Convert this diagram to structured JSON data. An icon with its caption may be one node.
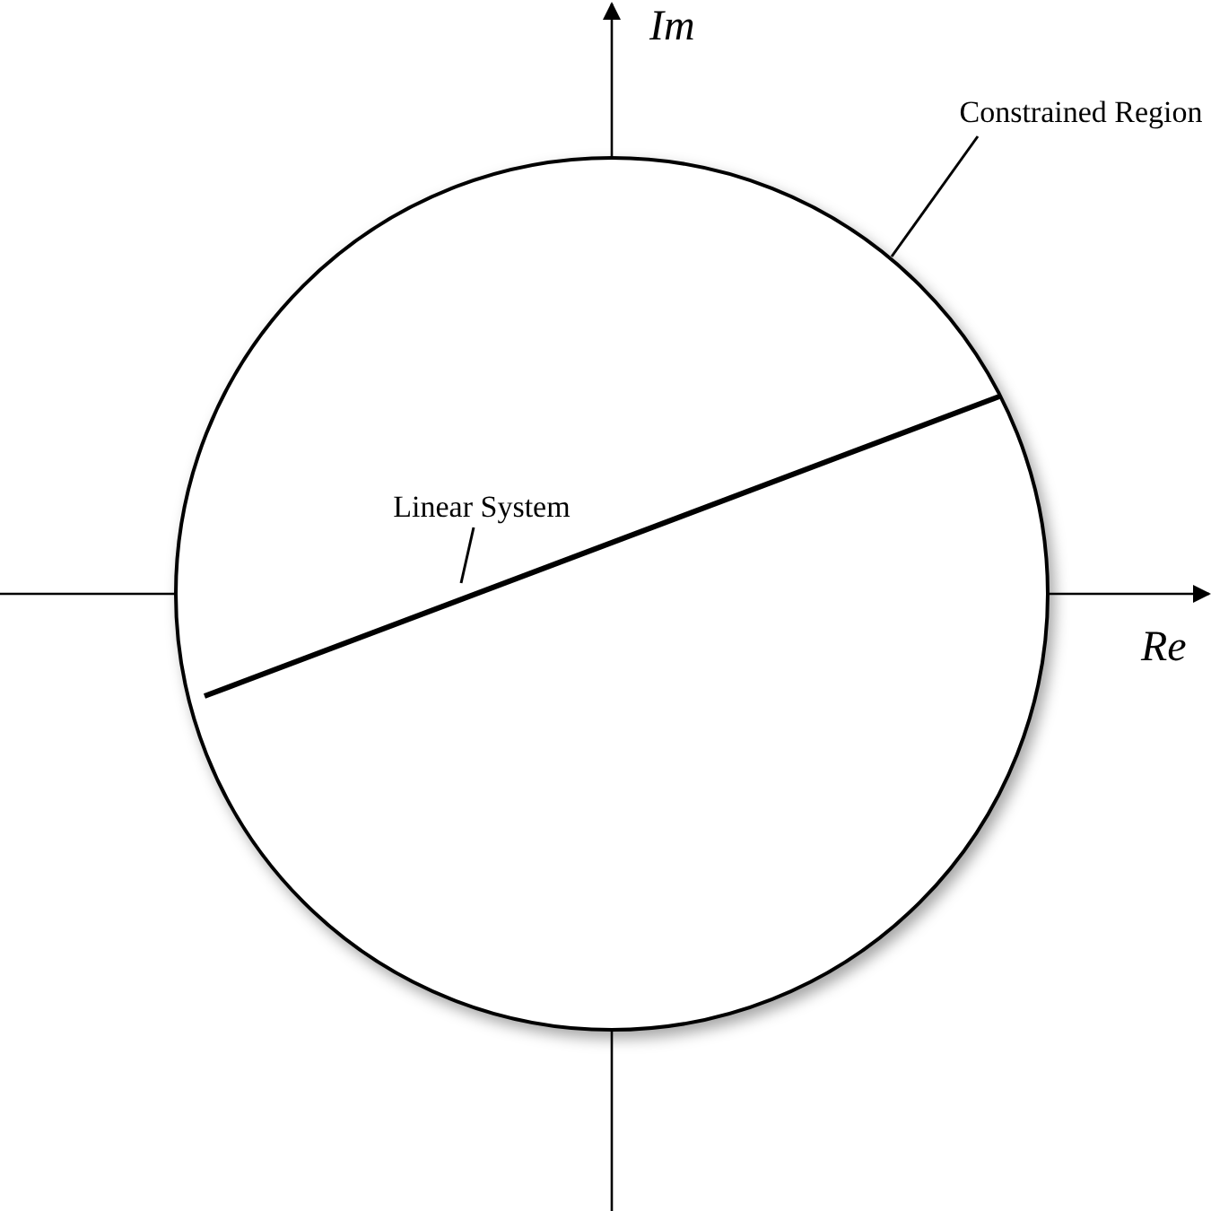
{
  "diagram": {
    "nodes": [
      {
        "text": [],
        "shape": "circle"
      },
      {
        "text": [
          "Constrained Region"
        ]
      },
      {
        "text": [
          "Linear System"
        ],
        "in": 0
      }
    ],
    "edges": [
      {
        "from": 1,
        "to": 0,
        "arrow": "none"
      },
      {
        "from": 2,
        "to": null,
        "arrow": "none"
      }
    ],
    "labels": [
      "Im",
      "Re"
    ]
  }
}
